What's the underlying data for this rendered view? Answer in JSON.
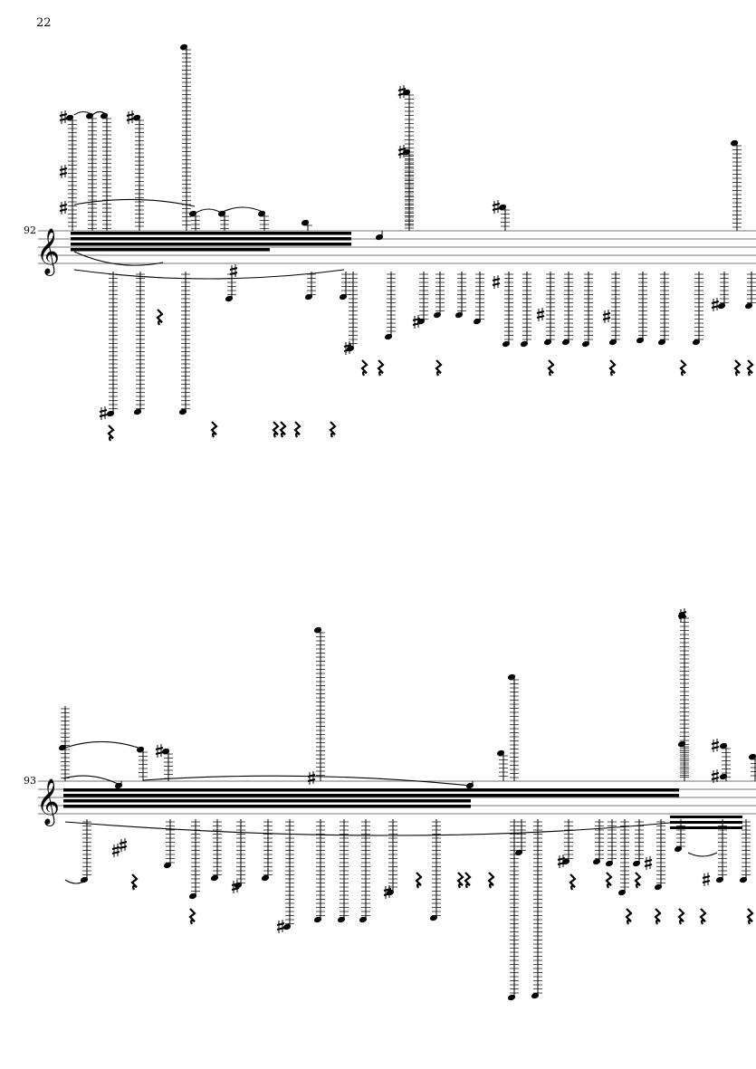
{
  "page": {
    "number": "22"
  },
  "systems": [
    {
      "measure": "92"
    },
    {
      "measure": "93"
    }
  ],
  "colors": {
    "ink": "#000000",
    "staff": "#444444",
    "paper": "#ffffff"
  },
  "clef": "treble-clef",
  "icons": [
    "treble-clef-icon",
    "sharp-icon",
    "natural-icon",
    "quarter-rest-icon",
    "notehead-icon"
  ]
}
